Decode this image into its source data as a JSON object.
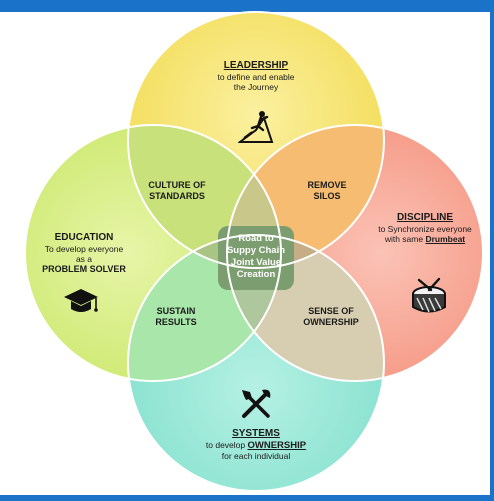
{
  "colors": {
    "frame": "#1a73c9",
    "leadership": "#f5e36a",
    "discipline": "#f7a08c",
    "systems": "#93e6d4",
    "education": "#d3ec7c",
    "center": "#7b9d6f"
  },
  "circles": {
    "leadership": {
      "title": "LEADERSHIP",
      "desc": "to define and enable the Journey",
      "icon": "climber-icon"
    },
    "discipline": {
      "title": "DISCIPLINE",
      "desc": "to Synchronize everyone with same",
      "emph": "Drumbeat",
      "icon": "drum-icon"
    },
    "systems": {
      "title": "SYSTEMS",
      "desc_pre": "to develop",
      "emph": "OWNERSHIP",
      "desc_post": "for each individual",
      "icon": "tools-icon"
    },
    "education": {
      "title": "EDUCATION",
      "desc": "To develop everyone as a",
      "emph": "PROBLEM SOLVER",
      "icon": "graduation-cap-icon"
    }
  },
  "overlaps": {
    "culture": {
      "line1": "CULTURE OF",
      "line2": "STANDARDS"
    },
    "silos": {
      "line1": "REMOVE",
      "line2": "SILOS"
    },
    "sustain": {
      "line1": "SUSTAIN",
      "line2": "RESULTS"
    },
    "ownership": {
      "line1": "SENSE OF",
      "line2": "OWNERSHIP"
    }
  },
  "center": {
    "line1": "Road to",
    "line2": "Suppy Chain",
    "line3": "Joint Value",
    "line4": "Creation"
  }
}
